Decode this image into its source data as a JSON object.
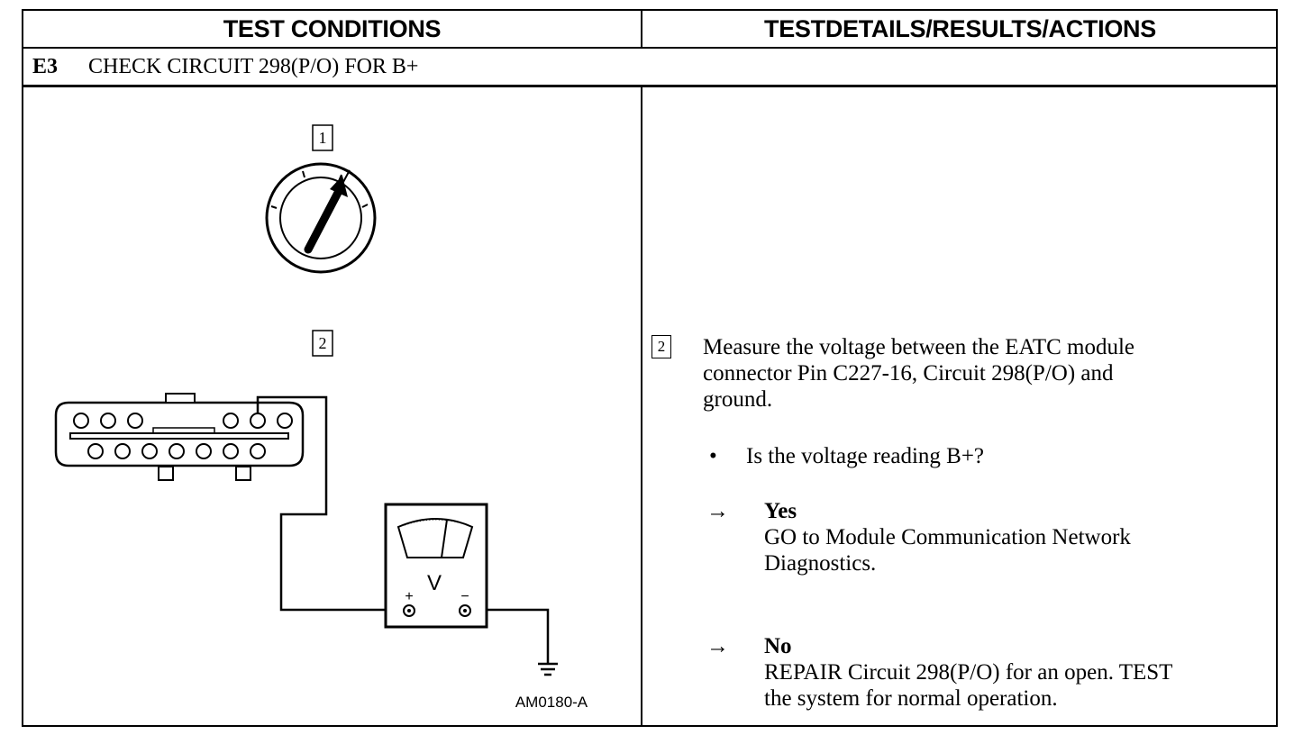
{
  "headers": {
    "left": "TEST CONDITIONS",
    "right": "TESTDETAILS/RESULTS/ACTIONS"
  },
  "step": {
    "id": "E3",
    "title": "CHECK CIRCUIT 298(P/O) FOR B+"
  },
  "diagram": {
    "callout_1": "1",
    "callout_2": "2",
    "meter_letter": "V",
    "plus_sign": "+",
    "minus_sign": "−",
    "figure_id": "AM0180-A",
    "icons": [
      "ignition-switch-icon",
      "connector-icon",
      "voltmeter-icon",
      "ground-icon"
    ]
  },
  "details": {
    "callout": "2",
    "instruction_line1": "Measure the voltage between the EATC module",
    "instruction_line2": "connector Pin C227-16, Circuit 298(P/O) and",
    "instruction_line3": "ground.",
    "bullet": "•",
    "question": "Is the voltage reading B+?",
    "arrow": "→",
    "yes_label": "Yes",
    "yes_line1": "GO to Module Communication Network",
    "yes_line2": "Diagnostics.",
    "no_label": "No",
    "no_line1": "REPAIR Circuit 298(P/O) for an open. TEST",
    "no_line2": "the system for normal operation."
  }
}
